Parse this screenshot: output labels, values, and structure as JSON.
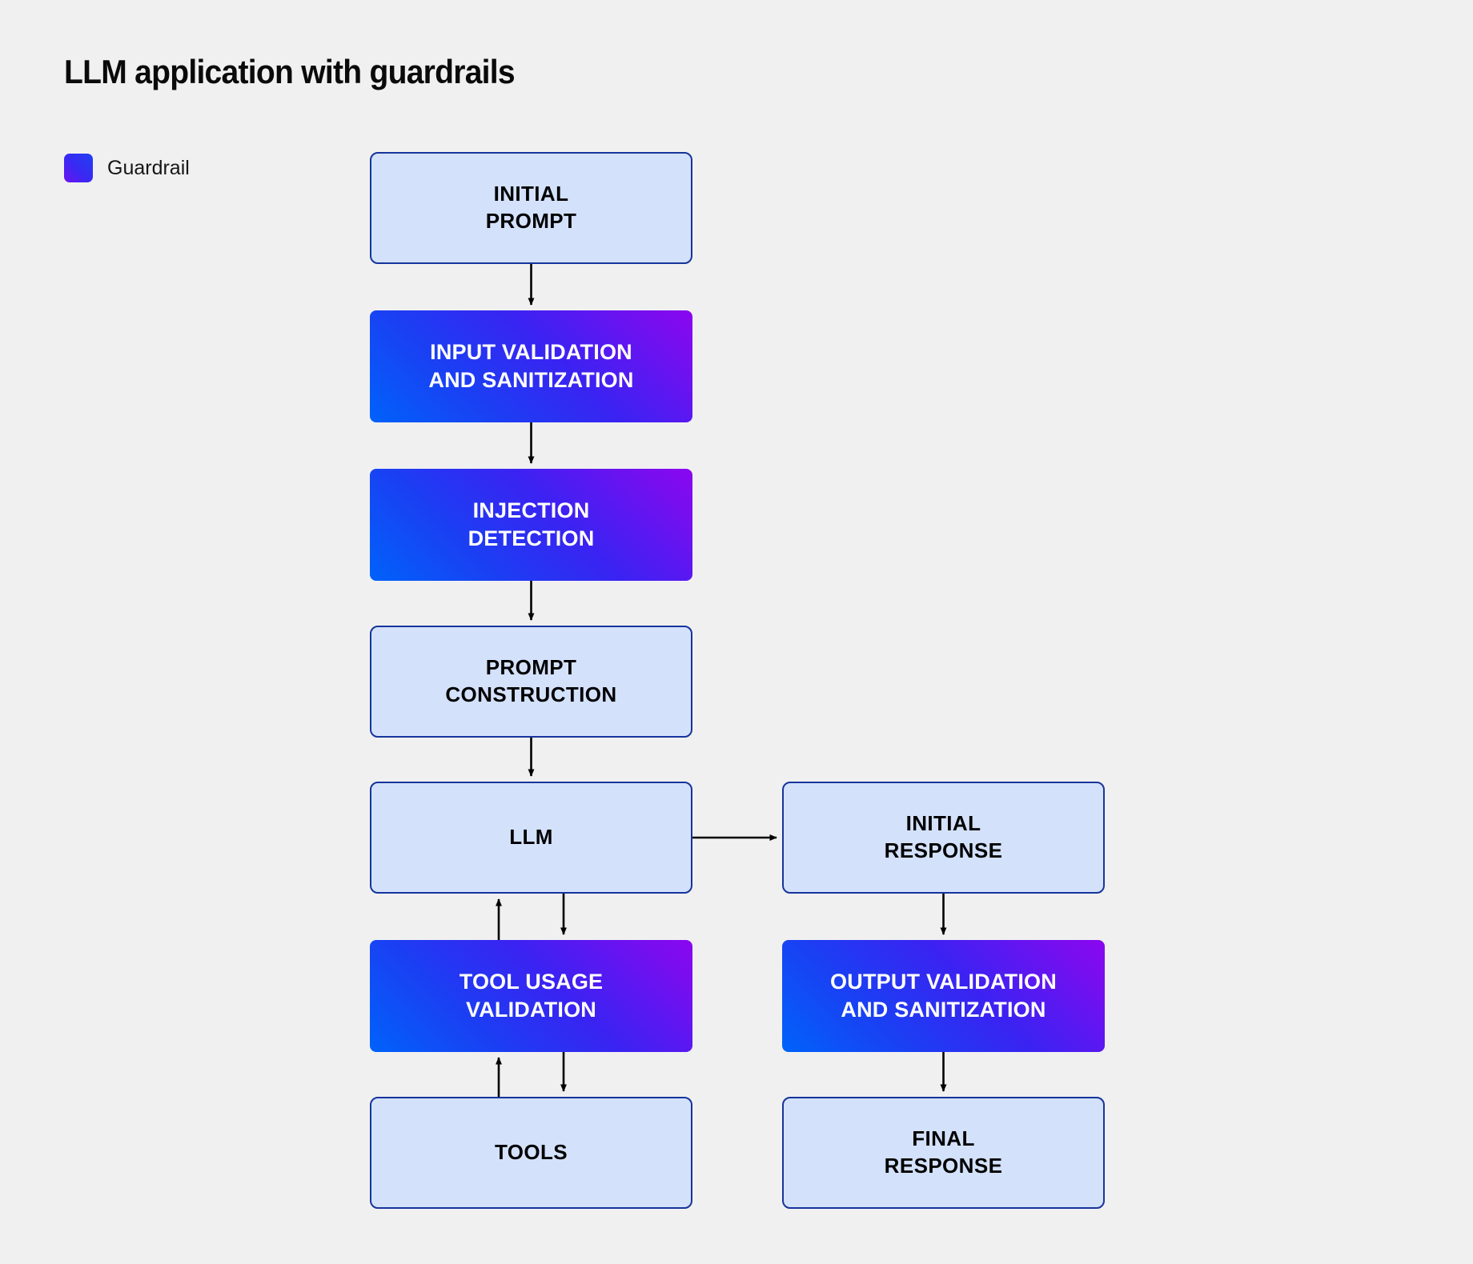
{
  "page": {
    "background_color": "#f0f0f0",
    "title": "LLM application with guardrails"
  },
  "legend": {
    "items": [
      {
        "label": "Guardrail",
        "swatch_gradient_from": "#6c14f0",
        "swatch_gradient_to": "#2040f5",
        "swatch_icon": "gradient-square-swatch"
      }
    ]
  },
  "diagram": {
    "type": "flowchart",
    "node_fill_plain": "#d3e1fb",
    "node_border_plain": "#17349c",
    "node_gradient_from": "#0062fa",
    "node_gradient_to": "#8a07ef",
    "edge_color": "#000000",
    "nodes": [
      {
        "id": "initial-prompt",
        "label": "INITIAL\nPROMPT",
        "kind": "plain",
        "column": "left"
      },
      {
        "id": "input-validation",
        "label": "INPUT VALIDATION\nAND SANITIZATION",
        "kind": "guardrail",
        "column": "left"
      },
      {
        "id": "injection-detect",
        "label": "INJECTION\nDETECTION",
        "kind": "guardrail",
        "column": "left"
      },
      {
        "id": "prompt-construct",
        "label": "PROMPT\nCONSTRUCTION",
        "kind": "plain",
        "column": "left"
      },
      {
        "id": "llm",
        "label": "LLM",
        "kind": "plain",
        "column": "left"
      },
      {
        "id": "tool-usage",
        "label": "TOOL USAGE\nVALIDATION",
        "kind": "guardrail",
        "column": "left"
      },
      {
        "id": "tools",
        "label": "TOOLS",
        "kind": "plain",
        "column": "left"
      },
      {
        "id": "initial-response",
        "label": "INITIAL\nRESPONSE",
        "kind": "plain",
        "column": "right"
      },
      {
        "id": "output-validation",
        "label": "OUTPUT VALIDATION\nAND SANITIZATION",
        "kind": "guardrail",
        "column": "right"
      },
      {
        "id": "final-response",
        "label": "FINAL\nRESPONSE",
        "kind": "plain",
        "column": "right"
      }
    ],
    "edges": [
      {
        "from": "initial-prompt",
        "to": "input-validation",
        "direction": "down"
      },
      {
        "from": "input-validation",
        "to": "injection-detect",
        "direction": "down"
      },
      {
        "from": "injection-detect",
        "to": "prompt-construct",
        "direction": "down"
      },
      {
        "from": "prompt-construct",
        "to": "llm",
        "direction": "down"
      },
      {
        "from": "llm",
        "to": "initial-response",
        "direction": "right"
      },
      {
        "from": "llm",
        "to": "tool-usage",
        "direction": "down"
      },
      {
        "from": "tool-usage",
        "to": "llm",
        "direction": "up"
      },
      {
        "from": "tool-usage",
        "to": "tools",
        "direction": "down"
      },
      {
        "from": "tools",
        "to": "tool-usage",
        "direction": "up"
      },
      {
        "from": "initial-response",
        "to": "output-validation",
        "direction": "down"
      },
      {
        "from": "output-validation",
        "to": "final-response",
        "direction": "down"
      }
    ]
  }
}
